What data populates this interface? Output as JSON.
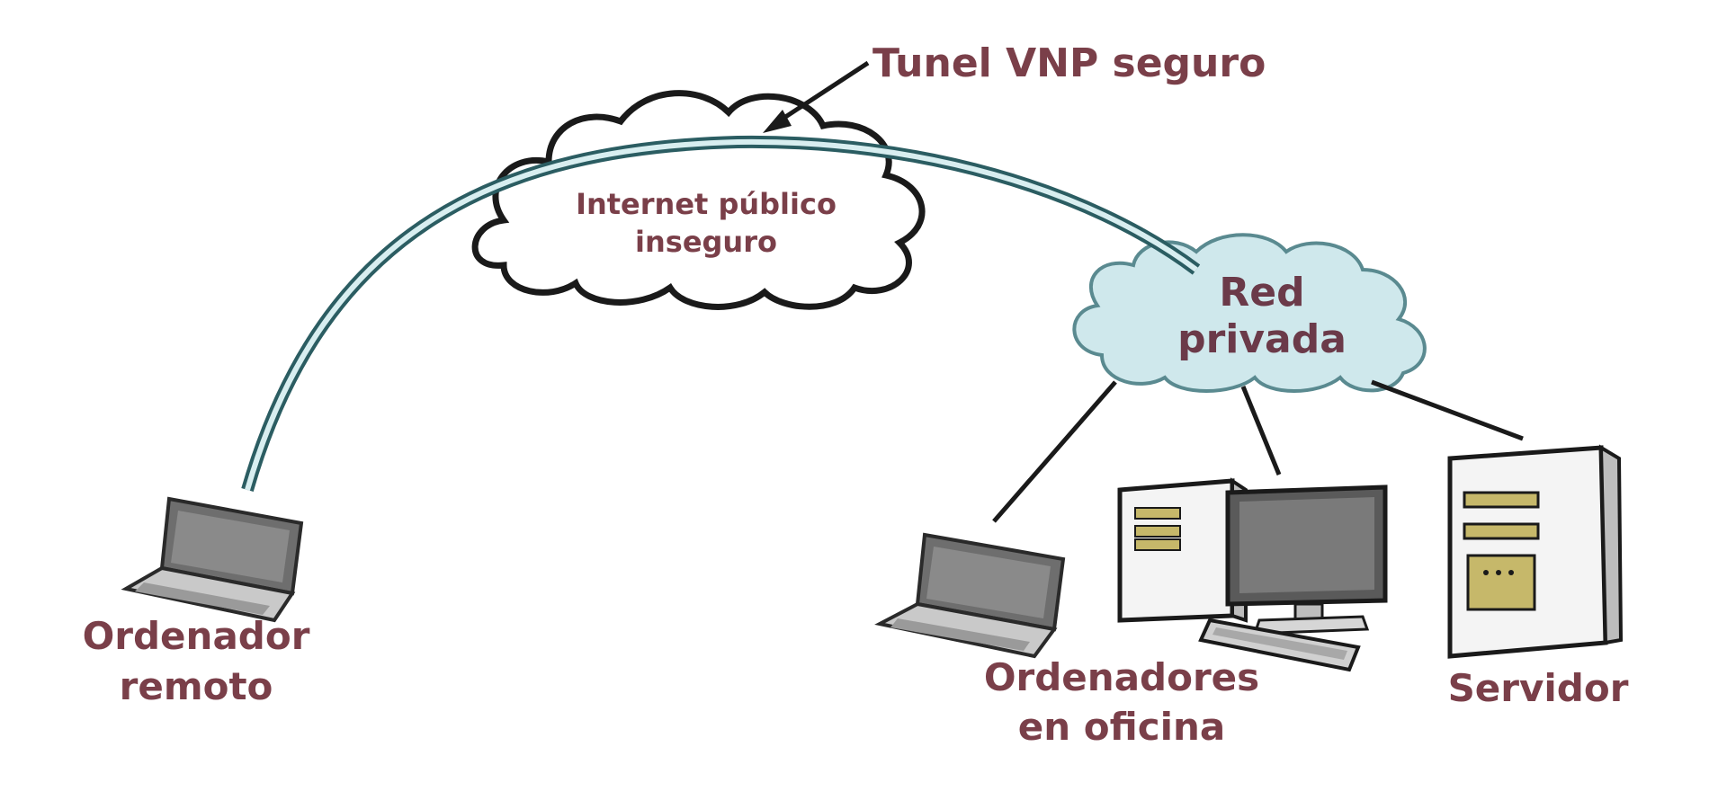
{
  "labels": {
    "tunnel": "Tunel VNP seguro",
    "internet_line1": "Internet público",
    "internet_line2": "inseguro",
    "private_net_line1": "Red",
    "private_net_line2": "privada",
    "remote_line1": "Ordenador",
    "remote_line2": "remoto",
    "office_line1": "Ordenadores",
    "office_line2": "en oficina",
    "server": "Servidor"
  },
  "colors": {
    "label_text": "#7a3f49",
    "private_cloud_fill": "#cfe8ec",
    "tunnel_line": "#3a6f73",
    "server_slot": "#c6b86a"
  },
  "icons": {
    "remote_computer": "laptop-icon",
    "office_laptop": "laptop-icon",
    "office_desktop": "desktop-computer-icon",
    "server": "server-tower-icon",
    "internet": "cloud-icon",
    "private_network": "cloud-icon"
  }
}
